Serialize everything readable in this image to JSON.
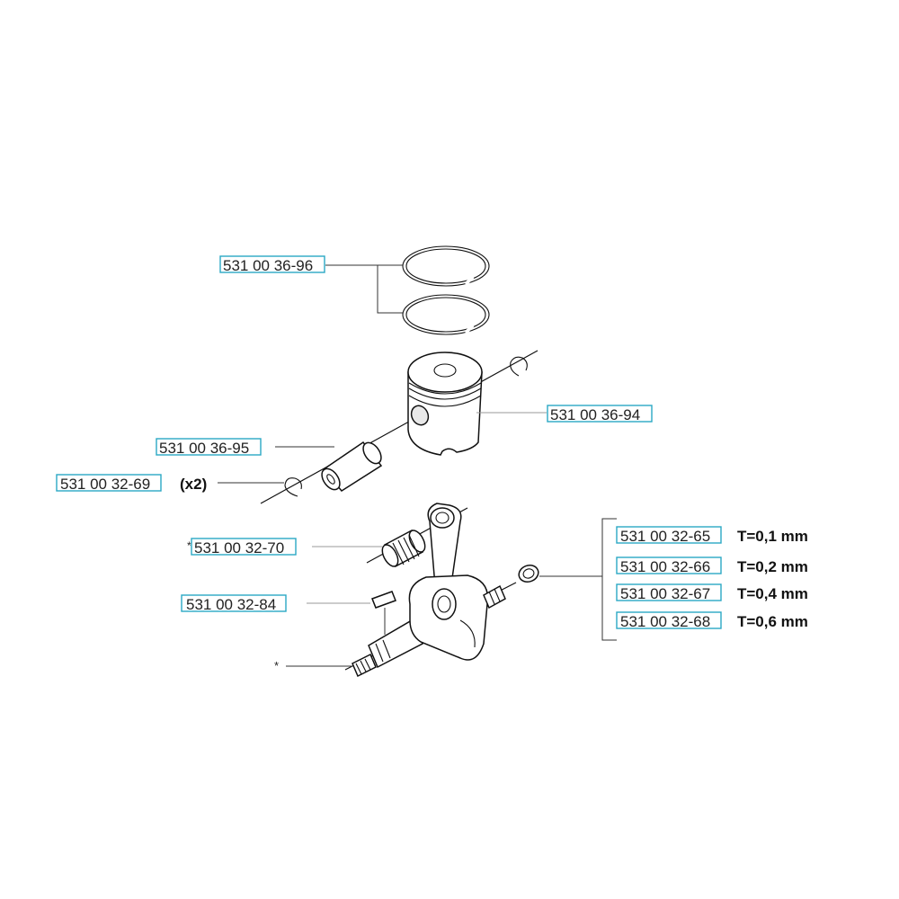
{
  "labels": {
    "rings": {
      "part": "531 00 36-96"
    },
    "piston": {
      "part": "531 00 36-94"
    },
    "pin": {
      "part": "531 00 36-95"
    },
    "circlip": {
      "part": "531 00 32-69",
      "qty": "(x2)"
    },
    "bearing": {
      "part": "531 00 32-70",
      "mark": "*"
    },
    "key": {
      "part": "531 00 32-84"
    },
    "crank_mark": "*",
    "shims": [
      {
        "part": "531 00 32-65",
        "spec": "T=0,1 mm"
      },
      {
        "part": "531 00 32-66",
        "spec": "T=0,2 mm"
      },
      {
        "part": "531 00 32-67",
        "spec": "T=0,4 mm"
      },
      {
        "part": "531 00 32-68",
        "spec": "T=0,6 mm"
      }
    ]
  },
  "colors": {
    "link_box": "#2aa8c4",
    "line": "#111111"
  }
}
